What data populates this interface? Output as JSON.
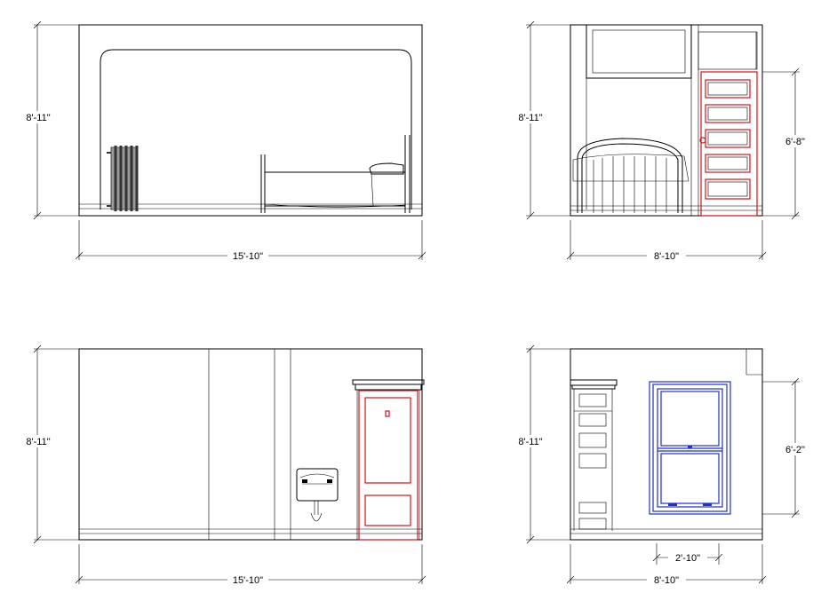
{
  "elevations": [
    {
      "id": "north",
      "height_label": "8'-11\"",
      "width_label": "15'-10\""
    },
    {
      "id": "east",
      "height_label": "8'-11\"",
      "width_label": "8'-10\"",
      "door_height_label": "6'-8\""
    },
    {
      "id": "south",
      "height_label": "8'-11\"",
      "width_label": "15'-10\""
    },
    {
      "id": "west",
      "height_label": "8'-11\"",
      "width_label": "8'-10\"",
      "window_height_label": "6'-2\"",
      "window_offset_label": "2'-10\""
    }
  ],
  "colors": {
    "line": "#000000",
    "door": "#d0151c",
    "window": "#2233bb",
    "radiator": "#555555"
  }
}
